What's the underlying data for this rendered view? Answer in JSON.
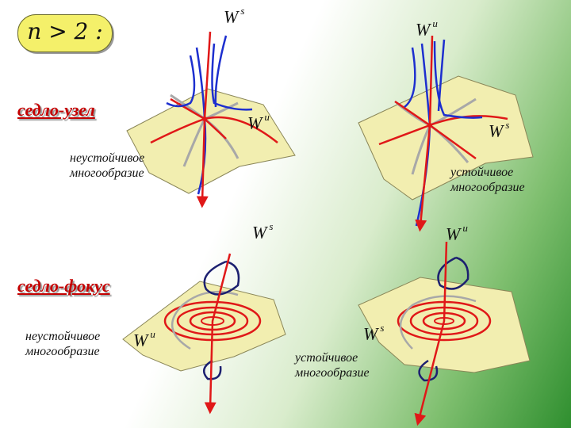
{
  "condition": "n > 2 :",
  "sections": {
    "saddle_node": "седло-узел",
    "saddle_focus": "седло-фокус"
  },
  "manifolds": {
    "unstable": [
      "неустойчивое",
      "многообразие"
    ],
    "stable": [
      "устойчивое",
      "многообразие"
    ]
  },
  "labels": {
    "w_base": "W",
    "s": "s",
    "u": "u"
  },
  "colors": {
    "plane": "#f2eeb0",
    "red_curve": "#e01818",
    "blue_curve": "#1d2fcf",
    "gray_curve": "#a8a8a8",
    "navy_spiral": "#1c2070",
    "label_red": "#c40000"
  }
}
